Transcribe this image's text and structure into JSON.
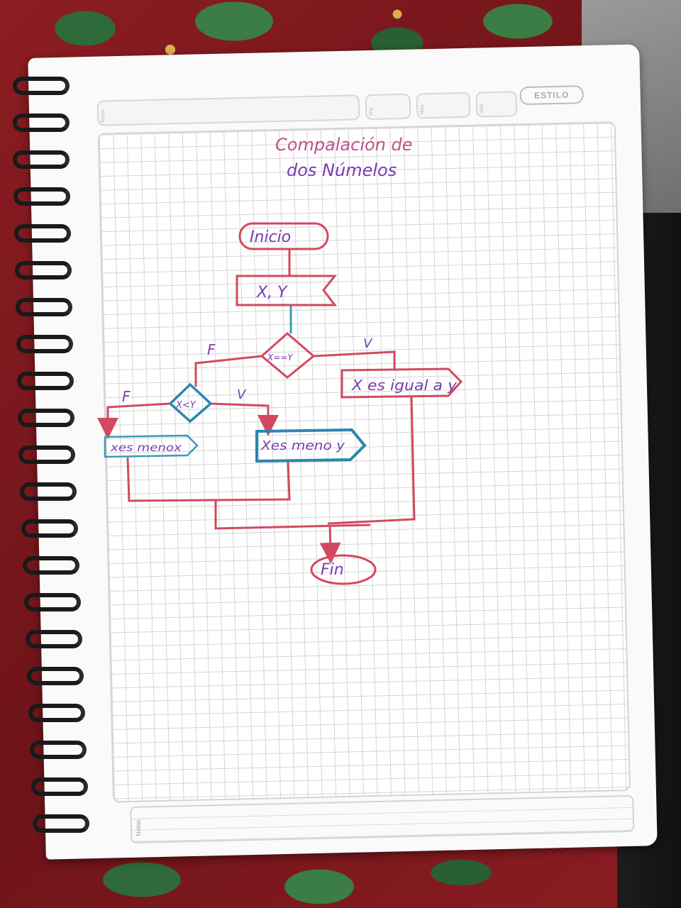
{
  "notebook": {
    "brand": "ESTILO",
    "notes_label": "Notas",
    "header_labels": [
      "Tema",
      "Día",
      "Mes",
      "Año"
    ]
  },
  "diagram": {
    "title_line1": "Compalación de",
    "title_line2": "dos Númelos",
    "start": "Inicio",
    "input": "X, Y",
    "decision1": "X==Y",
    "decision2": "X<Y",
    "output_equal": "X es igual a y",
    "output_less": "Xes meno y",
    "output_greater": "xes menox",
    "label_v1": "V",
    "label_f1": "F",
    "label_v2": "V",
    "label_f2": "F",
    "end": "Fin"
  },
  "colors": {
    "ink_red": "#d2495f",
    "ink_pink": "#c0508a",
    "ink_purple": "#7a3cb0",
    "ink_blue": "#2a86b0",
    "ink_teal": "#3a9bb5"
  }
}
